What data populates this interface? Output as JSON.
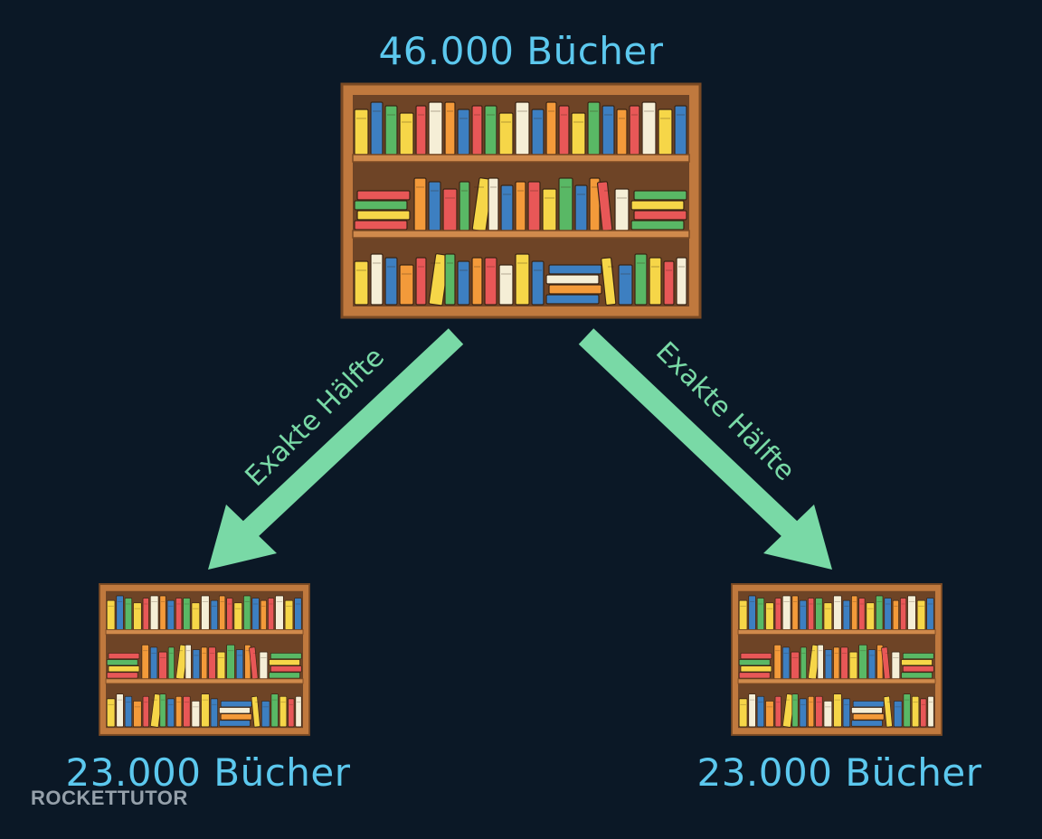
{
  "top_shelf": {
    "count_label": "46.000 Bücher"
  },
  "left_shelf": {
    "count_label": "23.000 Bücher"
  },
  "right_shelf": {
    "count_label": "23.000 Bücher"
  },
  "arrows": {
    "left_label": "Exakte Hälfte",
    "right_label": "Exakte Hälfte"
  },
  "watermark": "ROCKETTUTOR",
  "colors": {
    "background": "#0b1826",
    "label": "#5cc8ee",
    "arrow": "#79d9a6",
    "shelf_wood": "#b9763d",
    "shelf_back": "#6e4426",
    "book_palette": [
      "#e85757",
      "#3d7fc1",
      "#f6d648",
      "#f39a3a",
      "#59b865",
      "#f5eed6"
    ]
  },
  "icons": [
    "bookshelf-icon",
    "arrow-down-left-icon",
    "arrow-down-right-icon"
  ]
}
